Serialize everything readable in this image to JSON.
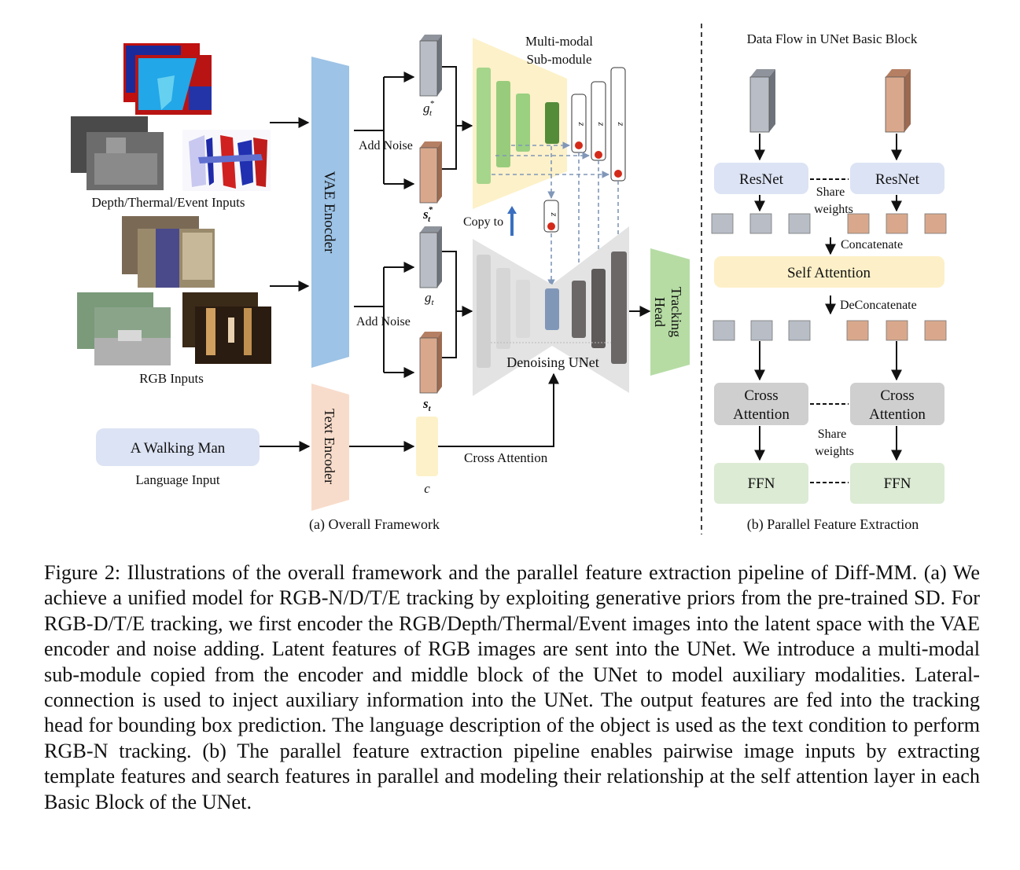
{
  "figure": {
    "panel_a": {
      "caption": "(a) Overall Framework",
      "depth_inputs_label": "Depth/Thermal/Event Inputs",
      "rgb_inputs_label": "RGB Inputs",
      "vae_encoder_label": "VAE Enocder",
      "add_noise_label": "Add Noise",
      "g_star_label": "g",
      "s_star_label": "s",
      "g_label": "g",
      "s_label": "s",
      "sub_t": "t",
      "star": "*",
      "submodule_title_line1": "Multi-modal",
      "submodule_title_line2": "Sub-module",
      "z_label": "z",
      "copy_to_label": "Copy to",
      "denoising_unet_label": "Denoising UNet",
      "tracking_head_line1": "Tracking",
      "tracking_head_line2": "Head",
      "language_prompt": "A Walking Man",
      "language_input_label": "Language Input",
      "text_encoder_label": "Text Encoder",
      "cross_attention_label": "Cross Attention",
      "c_label": "c"
    },
    "panel_b": {
      "title": "Data Flow in UNet Basic Block",
      "caption": "(b) Parallel Feature Extraction",
      "resnet_left": "ResNet",
      "resnet_right": "ResNet",
      "share_weights_1_line1": "Share",
      "share_weights_1_line2": "weights",
      "concatenate_label": "Concatenate",
      "self_attention_label": "Self Attention",
      "deconcatenate_label": "DeConcatenate",
      "cross_attention_left_line1": "Cross",
      "cross_attention_left_line2": "Attention",
      "cross_attention_right_line1": "Cross",
      "cross_attention_right_line2": "Attention",
      "share_weights_2_line1": "Share",
      "share_weights_2_line2": "weights",
      "ffn_left": "FFN",
      "ffn_right": "FFN"
    },
    "colors": {
      "vae_blue": "#9dc3e6",
      "text_encoder_peach": "#f8dccb",
      "submodule_bg": "#fdf1c9",
      "unet_bg": "#e3e3e3",
      "tracking_head_green": "#b6dca4",
      "resnet_box": "#dce3f4",
      "self_attention_box": "#fdf0c8",
      "cross_attention_box": "#cfcfcf",
      "ffn_box": "#dcebd4",
      "feature_gray": "#b8bdc6",
      "feature_brown": "#d9a88c"
    }
  },
  "caption": {
    "text": "Figure 2: Illustrations of the overall framework and the parallel feature extraction pipeline of Diff-MM. (a) We achieve a unified model for RGB-N/D/T/E tracking by exploiting generative priors from the pre-trained SD. For RGB-D/T/E tracking, we first encoder the RGB/Depth/Thermal/Event images into the latent space with the VAE encoder and noise adding. Latent features of RGB images are sent into the UNet. We introduce a multi-modal sub-module copied from the encoder and middle block of the UNet to model auxiliary modalities. Lateral-connection is used to inject auxiliary information into the UNet. The output features are fed into the tracking head for bounding box prediction. The language description of the object is used as the text condition to perform RGB-N tracking. (b) The parallel feature extraction pipeline enables pairwise image inputs by extracting template features and search features in parallel and modeling their relationship at the self attention layer in each Basic Block of the UNet."
  }
}
